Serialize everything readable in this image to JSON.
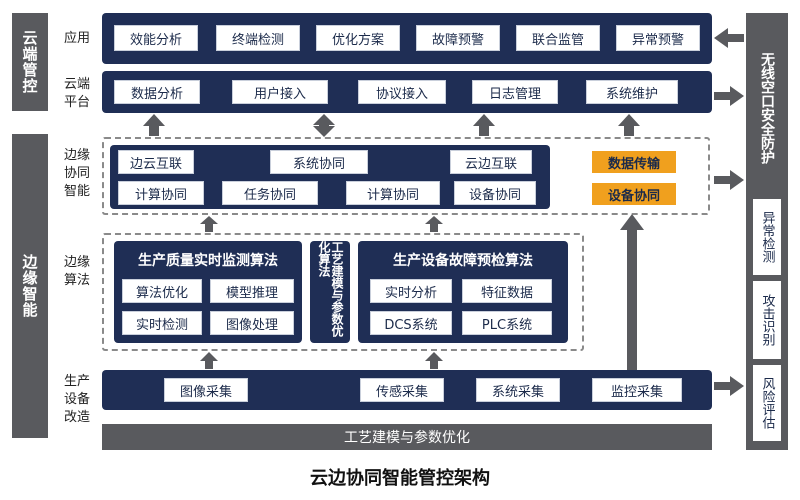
{
  "side_labels": {
    "cloud_control": "云端管控",
    "edge_intelligence": "边缘智能"
  },
  "row_labels": {
    "apps": "应用",
    "cloud_platform": "云端平台",
    "edge_collab": "边缘协同智能",
    "edge_algo": "边缘算法",
    "production": "生产设备改造"
  },
  "apps": [
    "效能分析",
    "终端检测",
    "优化方案",
    "故障预警",
    "联合监管",
    "异常预警"
  ],
  "platform": [
    "数据分析",
    "用户接入",
    "协议接入",
    "日志管理",
    "系统维护"
  ],
  "collab": {
    "top": [
      "边云互联",
      "系统协同",
      "云边互联"
    ],
    "bottom": [
      "计算协同",
      "任务协同",
      "计算协同",
      "设备协同"
    ],
    "orange": [
      "数据传输",
      "设备协同"
    ]
  },
  "algo": {
    "quality_title": "生产质量实时监测算法",
    "quality_items": [
      "算法优化",
      "模型推理",
      "实时检测",
      "图像处理"
    ],
    "process_title": "工艺建模与参数优化算法",
    "fault_title": "生产设备故障预检算法",
    "fault_items": [
      "实时分析",
      "特征数据",
      "DCS系统",
      "PLC系统"
    ]
  },
  "collect": [
    "图像采集",
    "传感采集",
    "系统采集",
    "监控采集"
  ],
  "bottom_bar": "工艺建模与参数优化",
  "security": {
    "title": "无线空口安全防护",
    "items": [
      "异常检测",
      "攻击识别",
      "风险评估"
    ]
  },
  "caption": "云边协同智能管控架构"
}
